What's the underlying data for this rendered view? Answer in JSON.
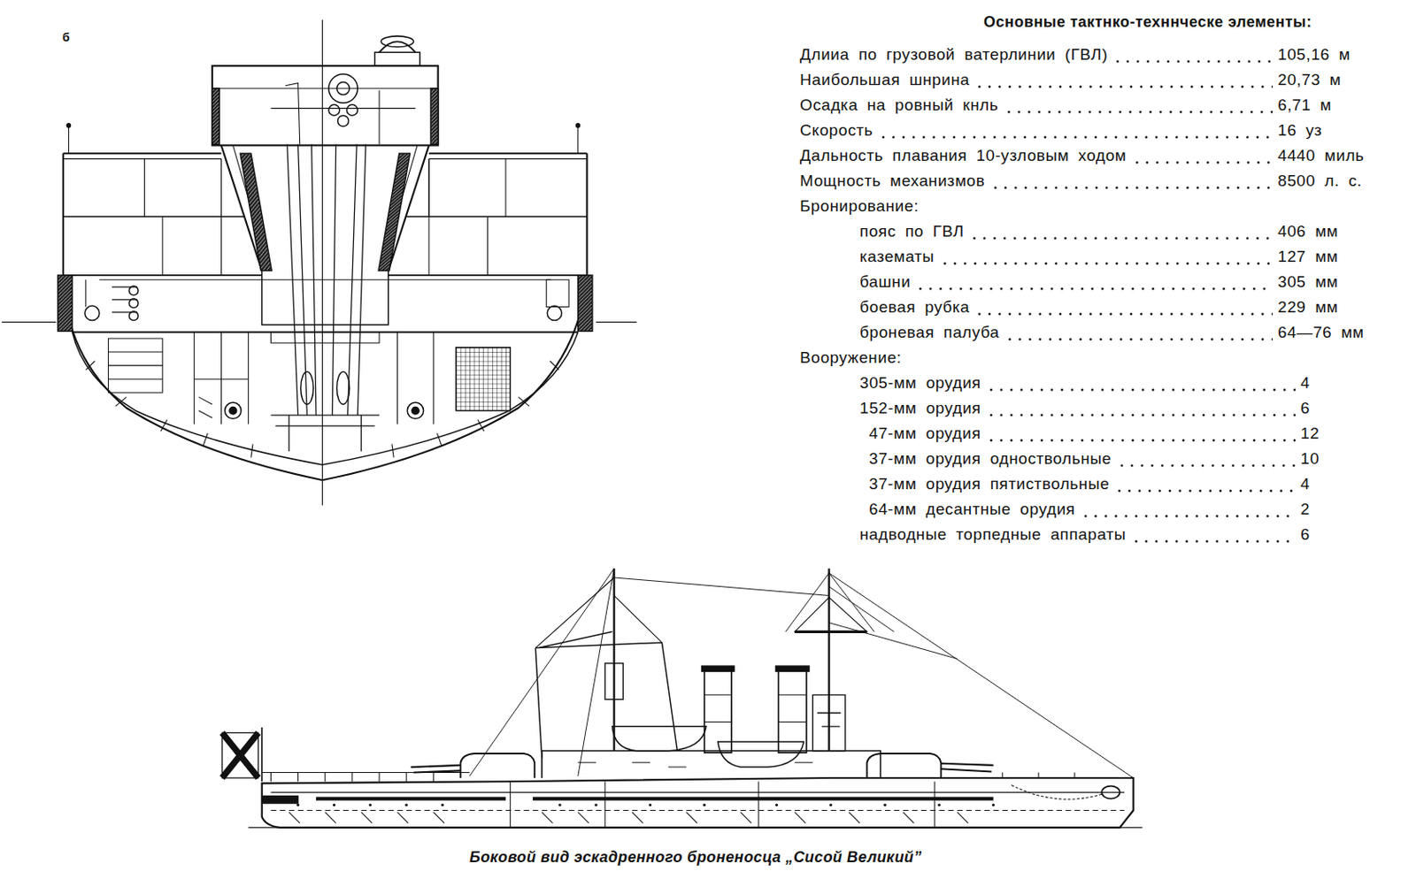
{
  "diagram": {
    "title": "Основные тактнко-техннческе элементы:",
    "caption": "Боковой вид эскадренного броненосца „Сисой Великий”",
    "labels": [
      "б",
      "Длииа по грузовой ватерлинии (ГВЛ)",
      "105,16 м",
      "Наибольшая шнрина",
      "20,73 м",
      "Осадка на ровный кнль",
      "6,71 м",
      "Скорость",
      "16 уз",
      "Дальность плавания 10-узловым ходом",
      "4440 миль",
      "Мощность механизмов",
      "8500 л. с.",
      "Бронирование:",
      "пояс по ГВЛ",
      "406 мм",
      "казематы",
      "127 мм",
      "башни",
      "305 мм",
      "боевая рубка",
      "229 мм",
      "броневая палуба",
      "64—76 мм",
      "Вооружение:",
      "305-мм орудия",
      "4",
      "152-мм орудия",
      "6",
      "47-мм орудия",
      "12",
      "37-мм орудия одноствольные",
      "10",
      "37-мм орудия пятиствольные",
      "4",
      "64-мм десантные орудия",
      "2",
      "надводные торпедные аппараты",
      "6"
    ]
  }
}
